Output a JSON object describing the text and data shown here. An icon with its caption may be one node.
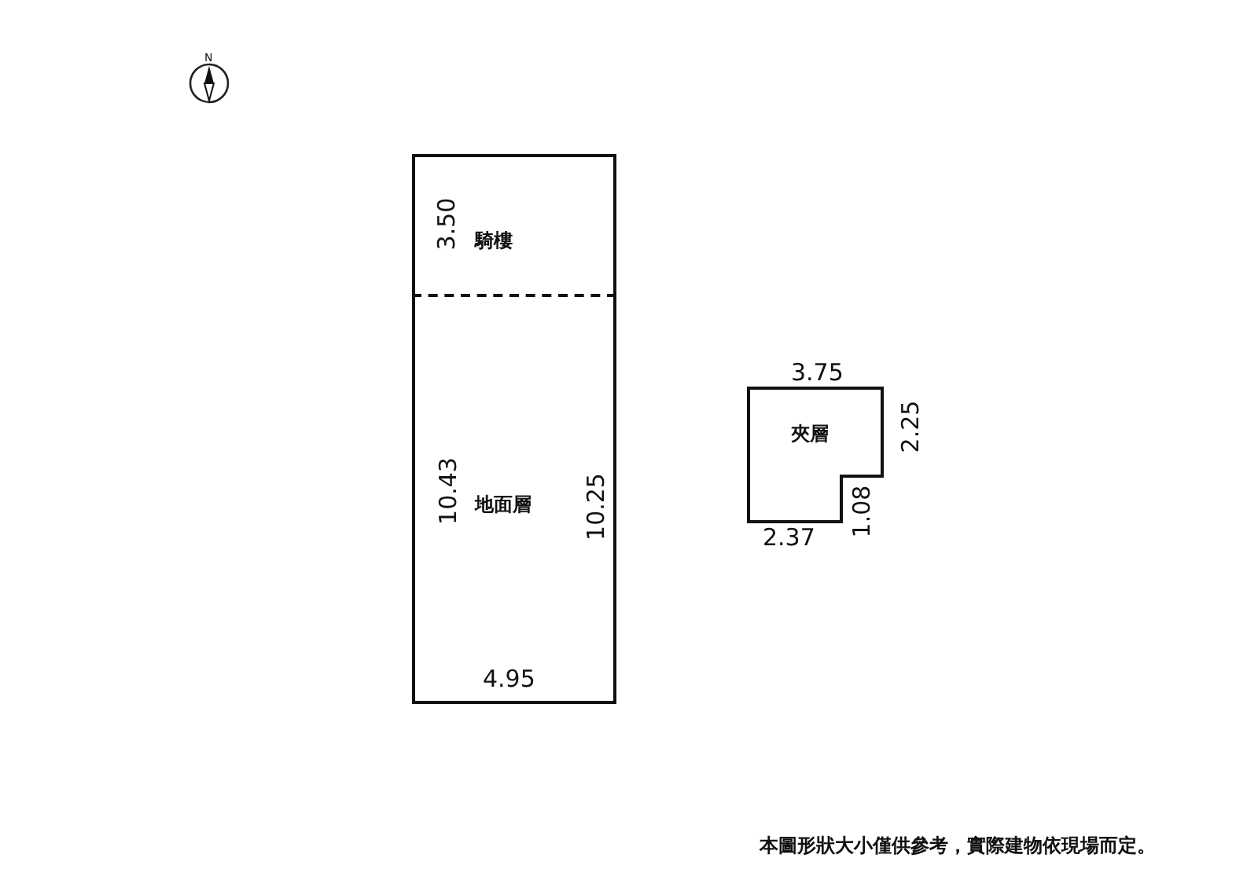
{
  "diagram": {
    "nodes": [
      {
        "text": [
          "騎樓"
        ]
      },
      {
        "text": [
          "地面層"
        ]
      },
      {
        "text": [
          "夾層"
        ]
      }
    ],
    "labels": [
      "3.50",
      "10.43",
      "10.25",
      "4.95",
      "3.75",
      "2.25",
      "2.37",
      "1.08",
      "本圖形狀大小僅供參考，實際建物依現場而定。",
      "N"
    ]
  }
}
